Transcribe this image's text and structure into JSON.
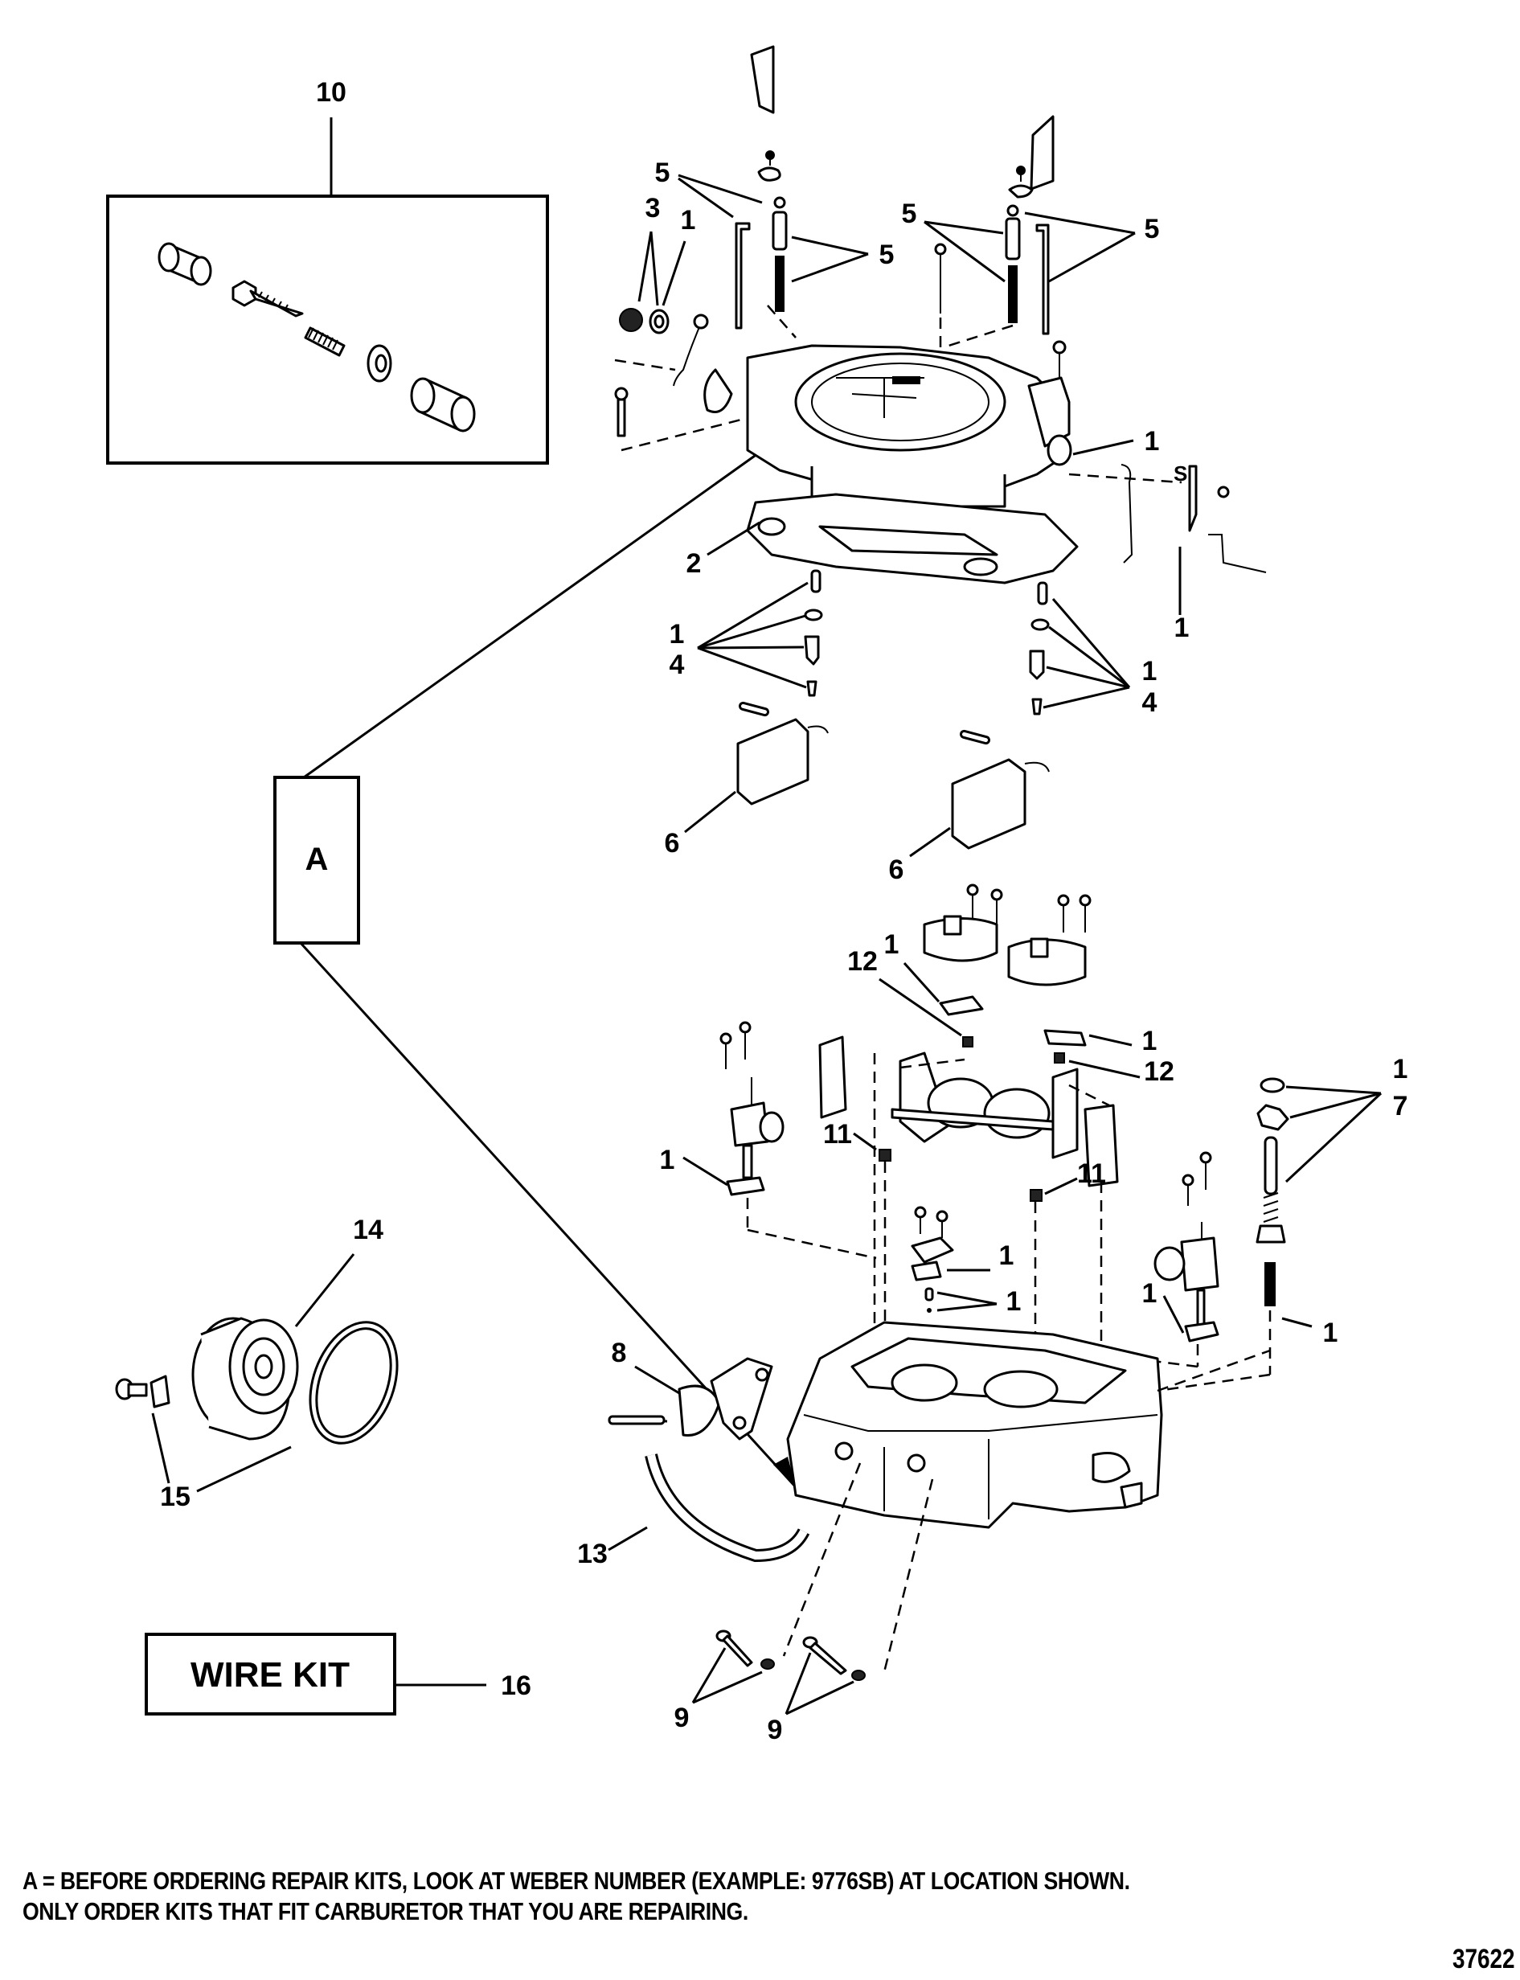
{
  "diagram": {
    "title": "Carburetor exploded parts diagram",
    "figure_number": "37622",
    "kit_box": {
      "callout": "10"
    },
    "reference_box": {
      "label": "A"
    },
    "wire_kit": {
      "label": "WIRE KIT",
      "callout": "16"
    },
    "callouts": {
      "air_horn": {
        "c5a": "5",
        "c3": "3",
        "c1a": "1",
        "c5b": "5",
        "c5c": "5",
        "c5d": "5",
        "c1_right": "1",
        "c2": "2",
        "c1_far_right": "1"
      },
      "float_left": {
        "c1": "1",
        "c4": "4",
        "c6": "6"
      },
      "float_right": {
        "c1": "1",
        "c4": "4",
        "c6": "6"
      },
      "bowl": {
        "c1_top": "1",
        "c12_left": "12",
        "c1_right_top": "1",
        "c12_right": "12",
        "c1_p7": "1",
        "c7": "7",
        "c11_left": "11",
        "c11_right": "11",
        "c1_left_plate": "1",
        "c1_mid_a": "1",
        "c1_mid_b": "1",
        "c1_right_plate": "1",
        "c1_spring": "1",
        "c8": "8",
        "c13": "13",
        "c9_left": "9",
        "c9_right": "9"
      },
      "choke": {
        "c14": "14",
        "c15": "15"
      }
    },
    "footnote": {
      "line1": "A = BEFORE ORDERING REPAIR KITS, LOOK AT WEBER NUMBER (EXAMPLE: 9776SB) AT LOCATION SHOWN.",
      "line2": "ONLY ORDER KITS THAT FIT CARBURETOR THAT YOU ARE REPAIRING."
    }
  }
}
